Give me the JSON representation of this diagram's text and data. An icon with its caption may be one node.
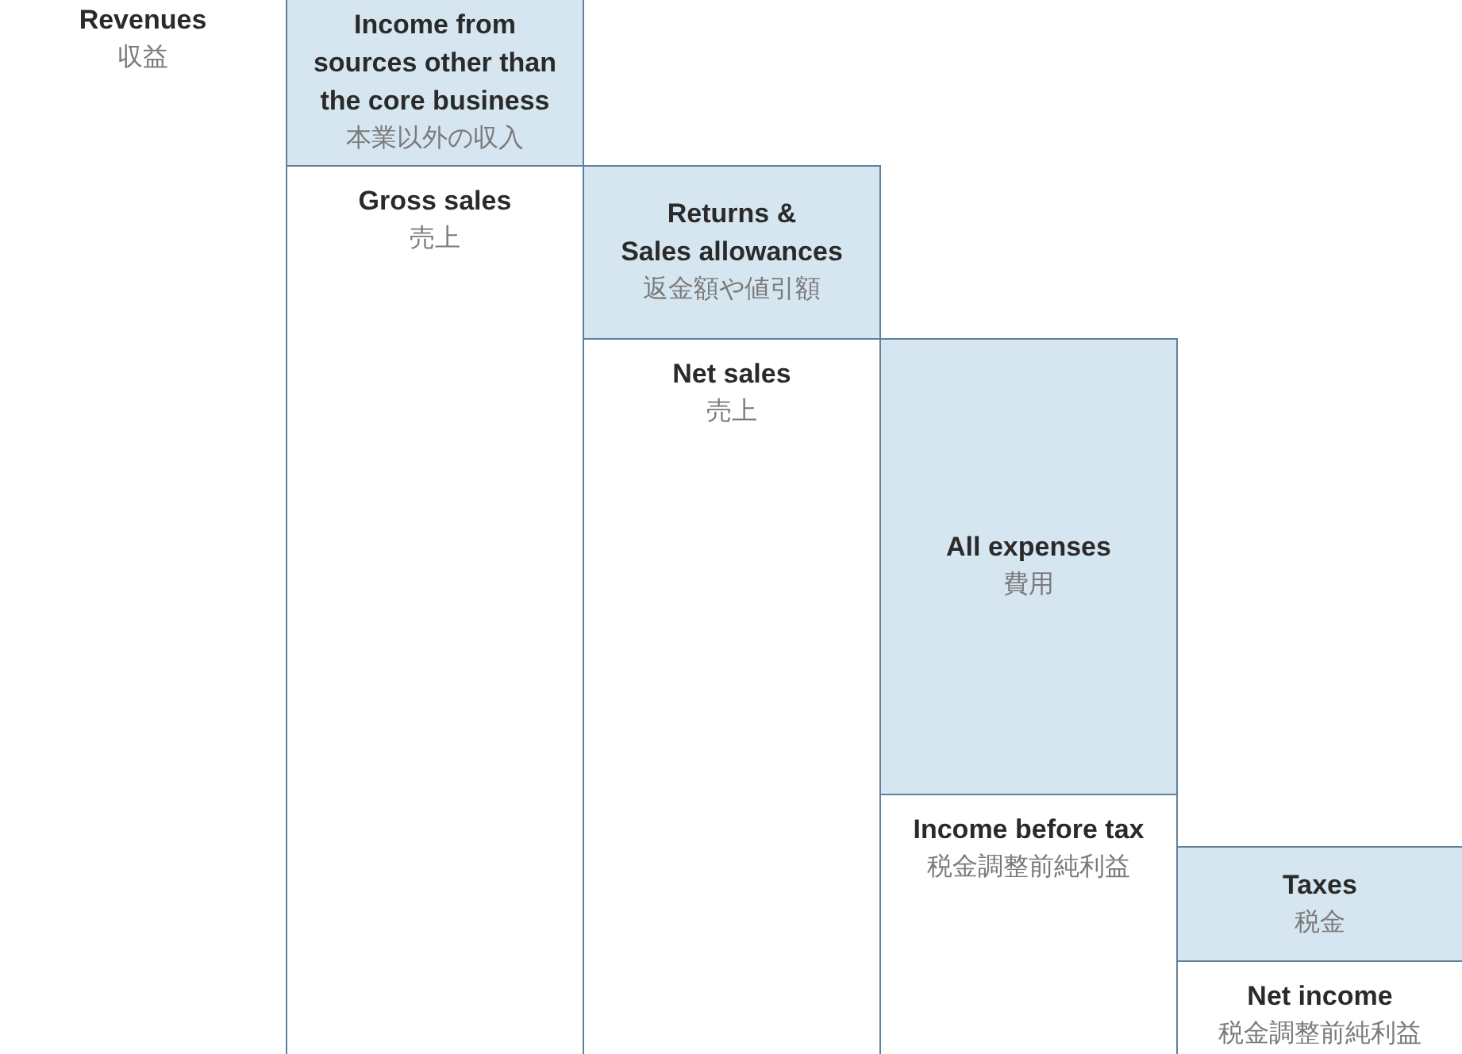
{
  "diagram": {
    "nodes": [
      {
        "text": [
          "Income from sources other than the core business",
          "本業以外の収入"
        ]
      },
      {
        "text": [
          "Gross sales",
          "売上"
        ]
      },
      {
        "text": [
          "Returns & Sales allowances",
          "返金額や値引額"
        ]
      },
      {
        "text": [
          "Net sales",
          "売上"
        ]
      },
      {
        "text": [
          "All expenses",
          "費用"
        ]
      },
      {
        "text": [
          "Income before tax",
          "税金調整前純利益"
        ]
      },
      {
        "text": [
          "Taxes",
          "税金"
        ]
      },
      {
        "text": [
          "Net income",
          "税金調整前純利益"
        ]
      }
    ],
    "labels": [
      "Revenues",
      "収益"
    ]
  }
}
